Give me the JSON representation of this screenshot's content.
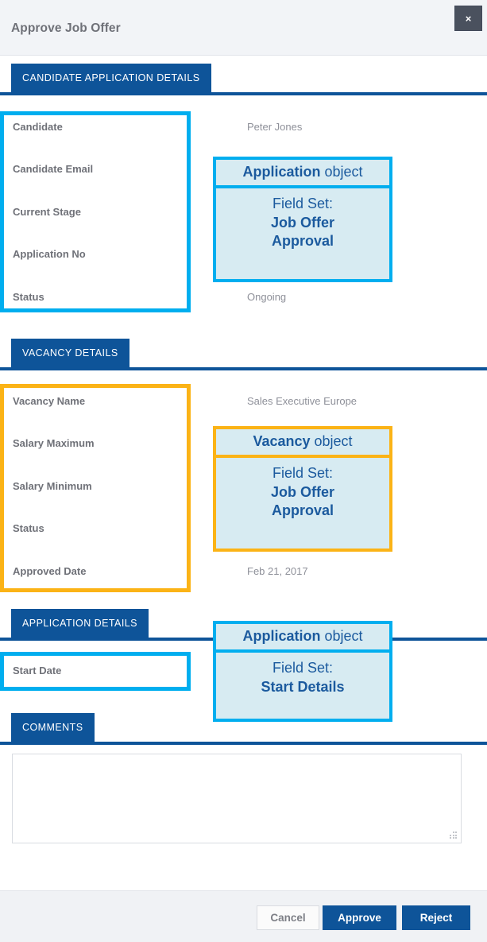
{
  "dialog": {
    "title": "Approve Job Offer",
    "close_label": "×"
  },
  "sections": [
    {
      "id": "candidate-application-details",
      "tab_label": "CANDIDATE APPLICATION DETAILS",
      "fields": [
        {
          "label": "Candidate",
          "value": "Peter Jones"
        },
        {
          "label": "Candidate Email",
          "value": ""
        },
        {
          "label": "Current Stage",
          "value": ""
        },
        {
          "label": "Application No",
          "value": ""
        },
        {
          "label": "Status",
          "value": "Ongoing"
        }
      ]
    },
    {
      "id": "vacancy-details",
      "tab_label": "VACANCY DETAILS",
      "fields": [
        {
          "label": "Vacancy Name",
          "value": "Sales Executive Europe"
        },
        {
          "label": "Salary Maximum",
          "value": ""
        },
        {
          "label": "Salary Minimum",
          "value": ""
        },
        {
          "label": "Status",
          "value": ""
        },
        {
          "label": "Approved Date",
          "value": "Feb 21, 2017"
        }
      ]
    },
    {
      "id": "application-details",
      "tab_label": "APPLICATION DETAILS",
      "fields": [
        {
          "label": "Start Date",
          "value": ""
        }
      ]
    },
    {
      "id": "comments",
      "tab_label": "COMMENTS",
      "fields": []
    }
  ],
  "comments": {
    "value": "",
    "placeholder": ""
  },
  "footer": {
    "cancel_label": "Cancel",
    "approve_label": "Approve",
    "reject_label": "Reject"
  },
  "annotations": {
    "callouts": [
      {
        "id": "application-job-offer-approval",
        "object_name": "Application",
        "object_suffix": " object",
        "fieldset_label": "Field Set:",
        "fieldset_name_line1": "Job Offer",
        "fieldset_name_line2": "Approval",
        "color": "#00AEEF"
      },
      {
        "id": "vacancy-job-offer-approval",
        "object_name": "Vacancy",
        "object_suffix": " object",
        "fieldset_label": "Field Set:",
        "fieldset_name_line1": "Job Offer",
        "fieldset_name_line2": "Approval",
        "color": "#FBB316"
      },
      {
        "id": "application-start-details",
        "object_name": "Application",
        "object_suffix": " object",
        "fieldset_label": "Field Set:",
        "fieldset_name_line1": "Start Details",
        "fieldset_name_line2": "",
        "color": "#00AEEF"
      }
    ],
    "colors": {
      "cyan": "#00AEEF",
      "orange": "#FBB316",
      "callout_fill": "#D7EBF2",
      "callout_text": "#1B5A9E"
    }
  },
  "theme": {
    "brand_blue": "#0E5499",
    "titlebar_bg": "#F2F4F7",
    "footer_bg": "#F0F2F5",
    "label_gray": "#6F7178",
    "value_gray": "#8E9099"
  }
}
